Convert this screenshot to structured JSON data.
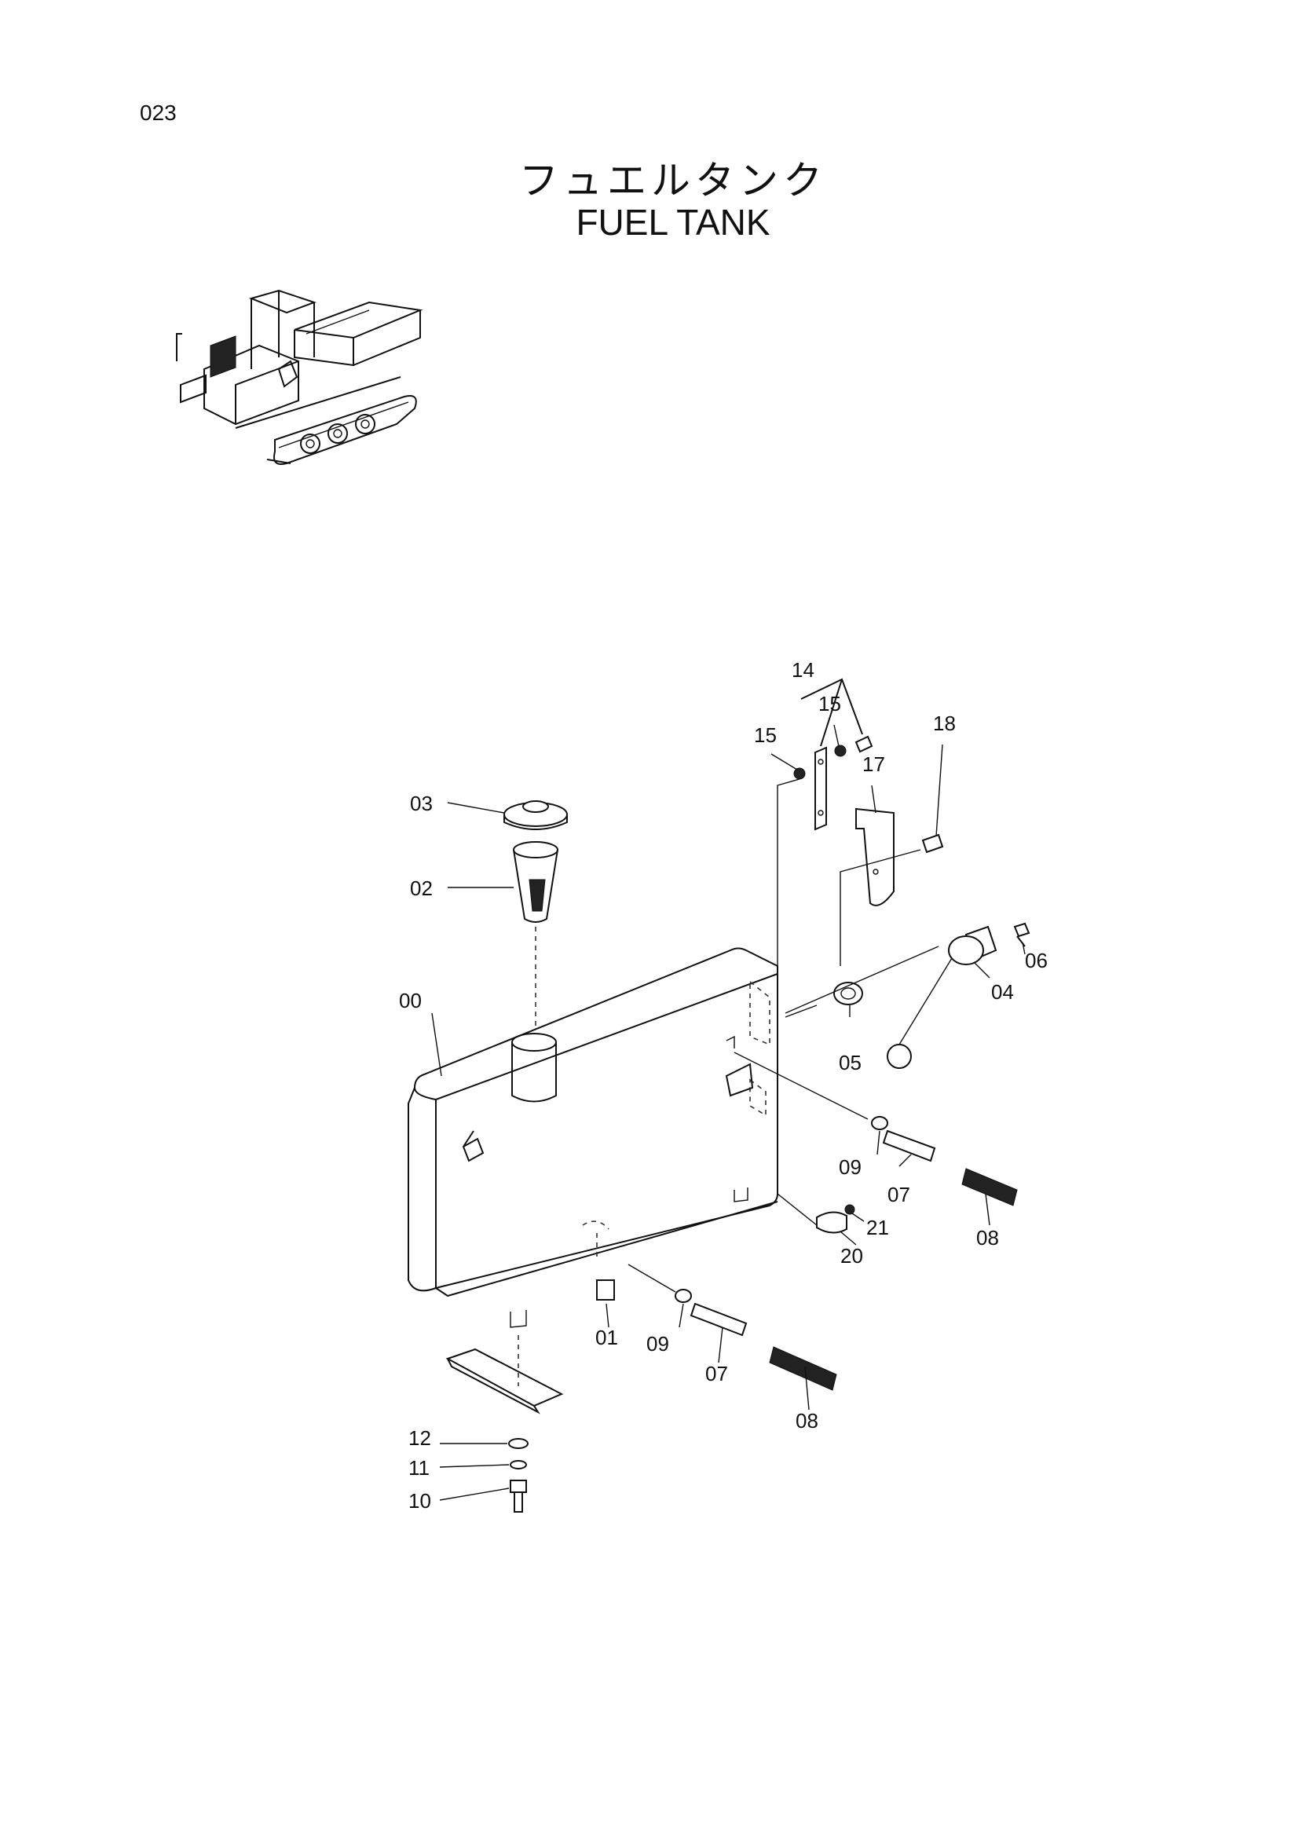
{
  "page_number": "023",
  "title_jp": "フュエルタンク",
  "title_en": "FUEL TANK",
  "callouts": [
    {
      "id": "c00",
      "label": "00"
    },
    {
      "id": "c01",
      "label": "01"
    },
    {
      "id": "c02",
      "label": "02"
    },
    {
      "id": "c03",
      "label": "03"
    },
    {
      "id": "c04",
      "label": "04"
    },
    {
      "id": "c05",
      "label": "05"
    },
    {
      "id": "c06",
      "label": "06"
    },
    {
      "id": "c07a",
      "label": "07"
    },
    {
      "id": "c07b",
      "label": "07"
    },
    {
      "id": "c08a",
      "label": "08"
    },
    {
      "id": "c08b",
      "label": "08"
    },
    {
      "id": "c09a",
      "label": "09"
    },
    {
      "id": "c09b",
      "label": "09"
    },
    {
      "id": "c10",
      "label": "10"
    },
    {
      "id": "c11",
      "label": "11"
    },
    {
      "id": "c12",
      "label": "12"
    },
    {
      "id": "c14",
      "label": "14"
    },
    {
      "id": "c15a",
      "label": "15"
    },
    {
      "id": "c15b",
      "label": "15"
    },
    {
      "id": "c17",
      "label": "17"
    },
    {
      "id": "c18",
      "label": "18"
    },
    {
      "id": "c20",
      "label": "20"
    },
    {
      "id": "c21",
      "label": "21"
    }
  ]
}
